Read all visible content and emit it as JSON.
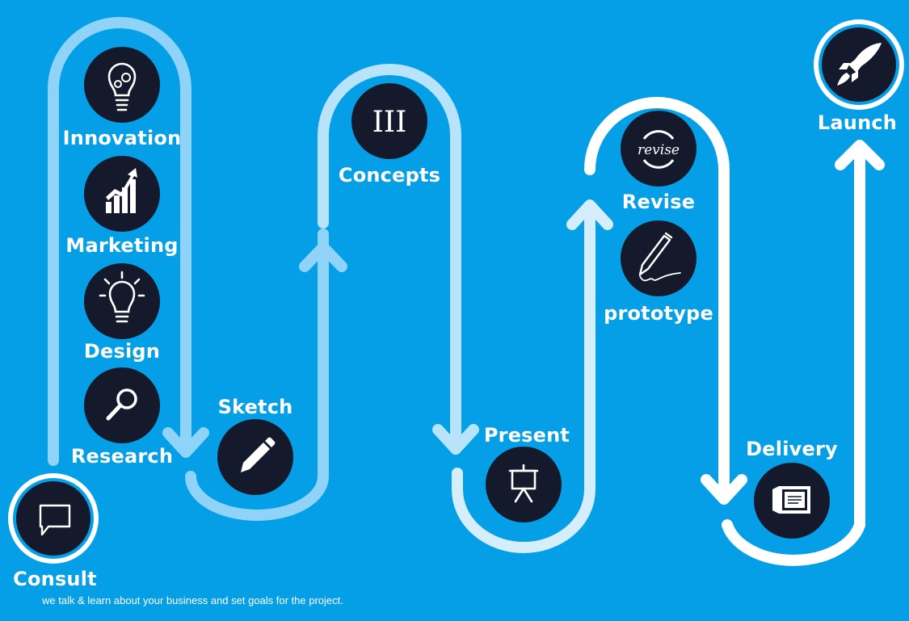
{
  "colors": {
    "background": "#049fe6",
    "path_light": "#8fd3f8",
    "path_mid": "#b7e4fb",
    "path_white": "#ffffff",
    "circle": "#141a2b",
    "text": "#ffffff"
  },
  "steps": {
    "consult": {
      "label": "Consult",
      "icon": "speech-bubble-icon"
    },
    "research": {
      "label": "Research",
      "icon": "magnifier-icon"
    },
    "design": {
      "label": "Design",
      "icon": "lightbulb-icon"
    },
    "marketing": {
      "label": "Marketing",
      "icon": "bar-growth-icon"
    },
    "innovation": {
      "label": "Innovation",
      "icon": "lightbulb-gear-icon"
    },
    "sketch": {
      "label": "Sketch",
      "icon": "pencil-icon"
    },
    "concepts": {
      "label": "Concepts",
      "icon": "roman-three-icon",
      "glyph": "III"
    },
    "present": {
      "label": "Present",
      "icon": "presentation-board-icon"
    },
    "revise": {
      "label": "Revise",
      "icon": "revise-logo-icon",
      "glyph": "revise"
    },
    "prototype": {
      "label": "prototype",
      "icon": "pen-signature-icon"
    },
    "delivery": {
      "label": "Delivery",
      "icon": "box-icon"
    },
    "launch": {
      "label": "Launch",
      "icon": "rocket-icon"
    }
  },
  "caption": "we talk & learn about your business and set goals for the project."
}
